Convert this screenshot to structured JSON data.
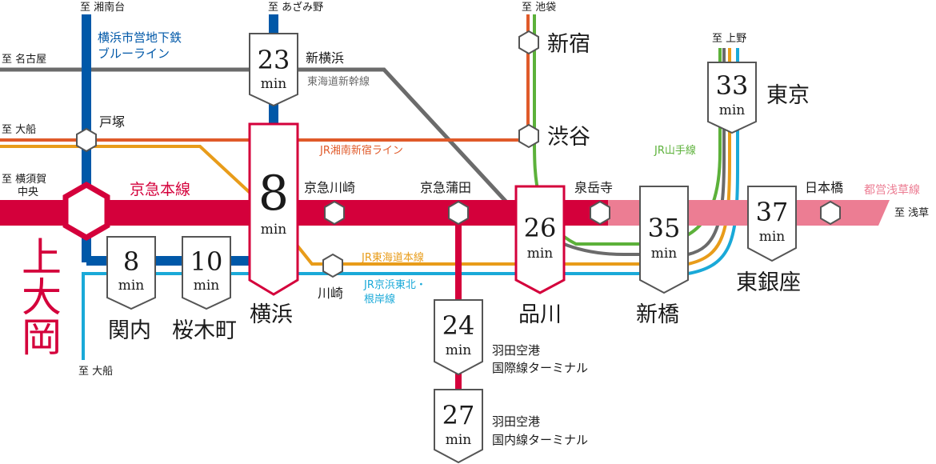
{
  "colors": {
    "keikyu": "#d4003b",
    "blue_line": "#0058a8",
    "tokaido_shinkansen": "#6b6b6b",
    "shonan_shinjuku": "#e05a2a",
    "tokaido_main": "#e89c1a",
    "keihin_tohoku": "#1aa9d8",
    "yamanote": "#5cb13a",
    "asakusa": "#ec7d93",
    "saikyo": "#e05a2a"
  },
  "origin": {
    "station": "上大岡"
  },
  "destinations": {
    "azamino": "至 あざみ野",
    "shonandai": "至 湘南台",
    "nagoya": "至 名古屋",
    "ofuna_top": "至 大船",
    "yokosuka": "至 横須賀",
    "yokosuka_2": "中央",
    "ofuna_bottom": "至 大船",
    "ikebukuro": "至 池袋",
    "ueno": "至 上野",
    "asakusa": "至 浅草"
  },
  "lines": {
    "blue_line_1": "横浜市営地下鉄",
    "blue_line_2": "ブルーライン",
    "shinkansen": "東海道新幹線",
    "shonan_shinjuku": "JR湘南新宿ライン",
    "keikyu": "京急本線",
    "tokaido_main": "JR東海道本線",
    "keihin_tohoku_1": "JR京浜東北・",
    "keihin_tohoku_2": "根岸線",
    "yamanote": "JR山手線",
    "asakusa": "都営浅草線"
  },
  "stations_small": {
    "totsuka": "戸塚",
    "shin_yokohama": "新横浜",
    "keikyu_kawasaki": "京急川崎",
    "kawasaki": "川崎",
    "keikyu_kamata": "京急蒲田",
    "sengakuji": "泉岳寺",
    "nihonbashi": "日本橋",
    "haneda_t3_1": "羽田空港",
    "haneda_t3_2": "国際線ターミナル",
    "haneda_t12_1": "羽田空港",
    "haneda_t12_2": "国内線ターミナル"
  },
  "stations_large": {
    "shinjuku": "新宿",
    "shibuya": "渋谷",
    "tokyo": "東京",
    "higashi_ginza": "東銀座",
    "shinagawa": "品川",
    "shimbashi": "新橋",
    "yokohama": "横浜",
    "kannai": "関内",
    "sakuragicho": "桜木町"
  },
  "times": {
    "shin_yokohama": "23",
    "yokohama": "8",
    "kannai": "8",
    "sakuragicho": "10",
    "shinagawa": "26",
    "shimbashi": "35",
    "tokyo": "33",
    "higashi_ginza": "37",
    "haneda_t3": "24",
    "haneda_t12": "27"
  },
  "unit": "min"
}
